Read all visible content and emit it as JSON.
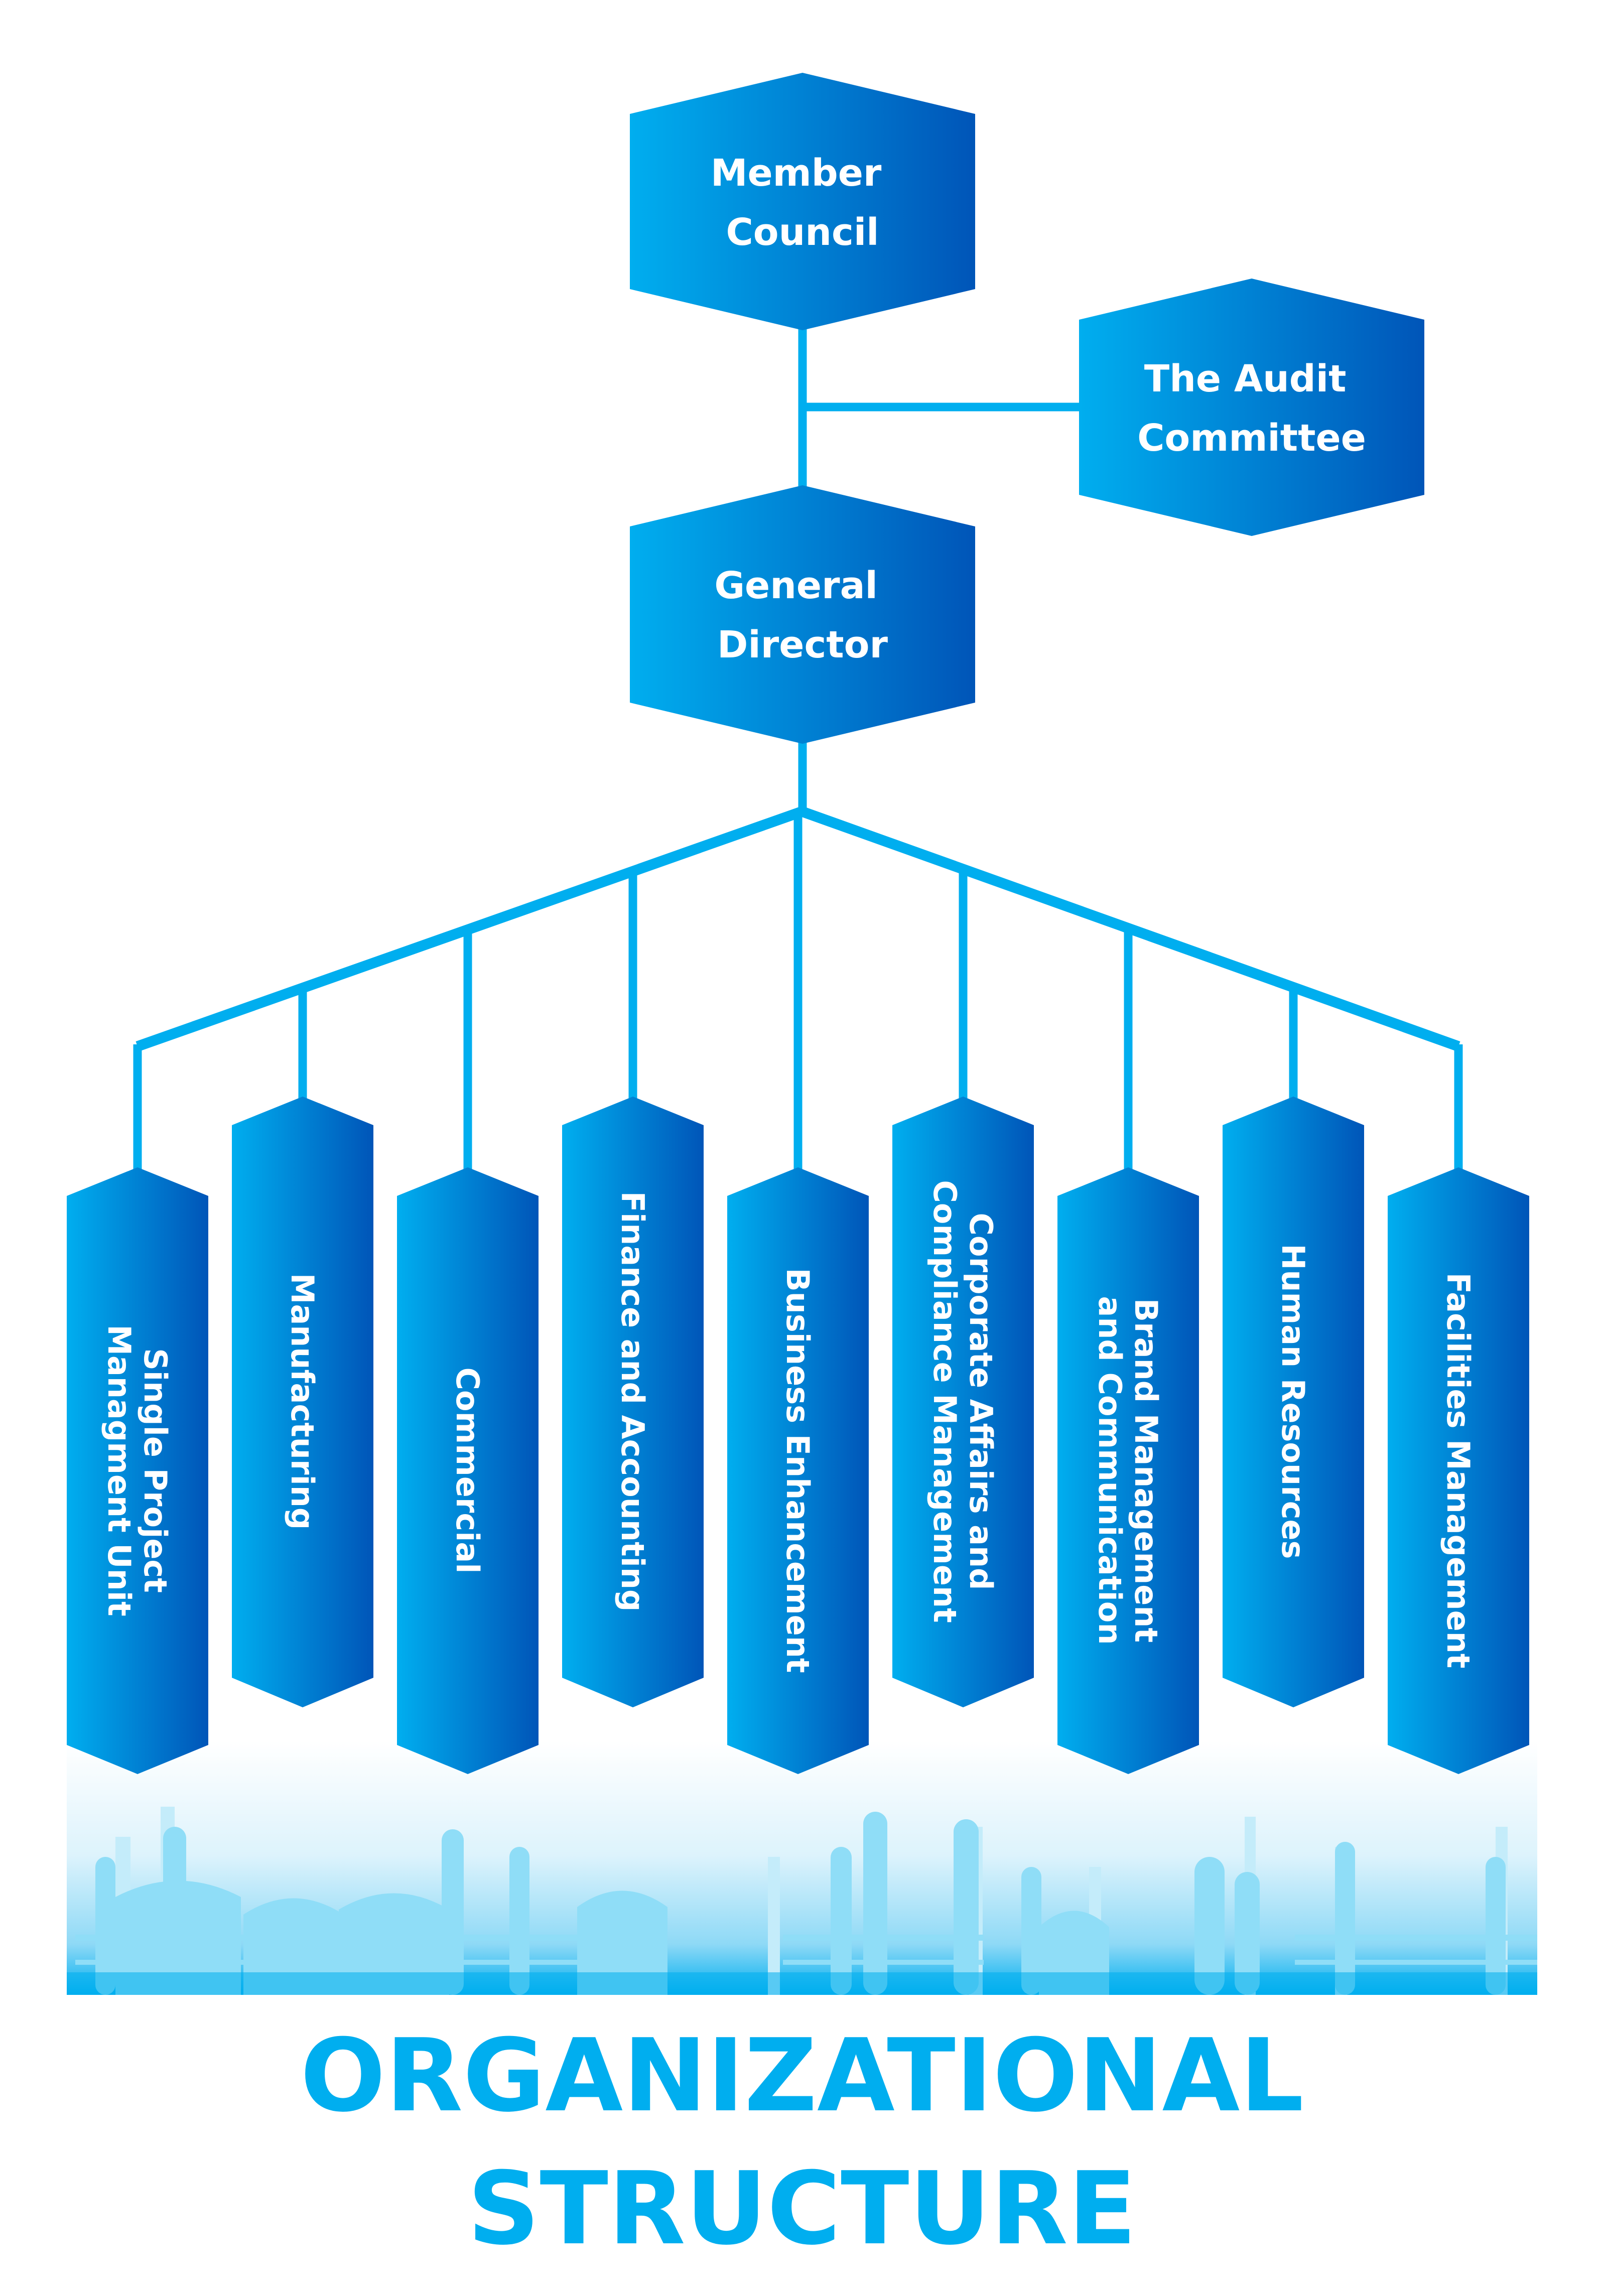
{
  "colors": {
    "box_gradient_start": "#00AEEF",
    "box_gradient_end": "#0055B8",
    "connector": "#00AEEF",
    "title": "#00AEEF",
    "label": "#FFFFFF",
    "skyline_bottom": "#00AEEF",
    "skyline_top": "#FFFFFF"
  },
  "governance": {
    "member_council": {
      "lines": [
        "Member",
        "Council"
      ]
    },
    "audit_committee": {
      "lines": [
        "The Audit",
        "Committee"
      ]
    },
    "general_director": {
      "lines": [
        "General",
        "Director"
      ]
    }
  },
  "departments": [
    {
      "id": "single-project-management-unit",
      "lines": [
        "Single Project",
        "Managment Unit"
      ]
    },
    {
      "id": "manufacturing",
      "lines": [
        "Manufacturing"
      ]
    },
    {
      "id": "commercial",
      "lines": [
        "Commercial"
      ]
    },
    {
      "id": "finance-and-accounting",
      "lines": [
        "Finance and Accounting"
      ]
    },
    {
      "id": "business-enhancement",
      "lines": [
        "Business Enhancement"
      ]
    },
    {
      "id": "corporate-affairs-and-compliance-management",
      "lines": [
        "Corporate Affairs and",
        "Compliance Management"
      ]
    },
    {
      "id": "brand-management-and-communication",
      "lines": [
        "Brand Management",
        "and Communication"
      ]
    },
    {
      "id": "human-resources",
      "lines": [
        "Human Resources"
      ]
    },
    {
      "id": "facilities-management",
      "lines": [
        "Facilities Management"
      ]
    }
  ],
  "title": {
    "line1": "ORGANIZATIONAL",
    "line2": "STRUCTURE"
  },
  "background_icon": "industrial-plant-skyline-icon"
}
